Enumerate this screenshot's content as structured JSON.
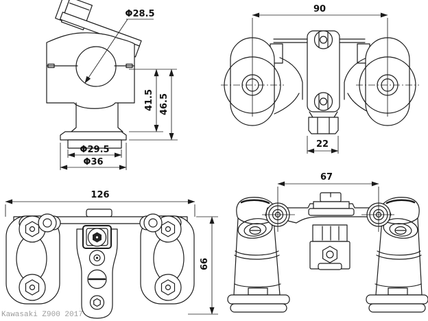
{
  "colors": {
    "background": "#ffffff",
    "line": "#1b1b1b",
    "dimension_text": "#111111",
    "watermark_text": "#9c9c9c"
  },
  "footer": {
    "watermark_text": "Kawasaki Z900 2017"
  },
  "views": {
    "side_view": {
      "dims": {
        "bore": "Φ28.5",
        "height_a": "41.5",
        "height_b": "46.5",
        "spigot": "Φ29.5",
        "flange": "Φ36"
      }
    },
    "top_view": {
      "dims": {
        "mount_width": "90",
        "clamp_width": "22"
      }
    },
    "front_view": {
      "dims": {
        "overall_width": "126",
        "overall_height": "66"
      }
    },
    "assembly_view": {
      "dims": {
        "pivot_spacing": "67"
      }
    }
  }
}
